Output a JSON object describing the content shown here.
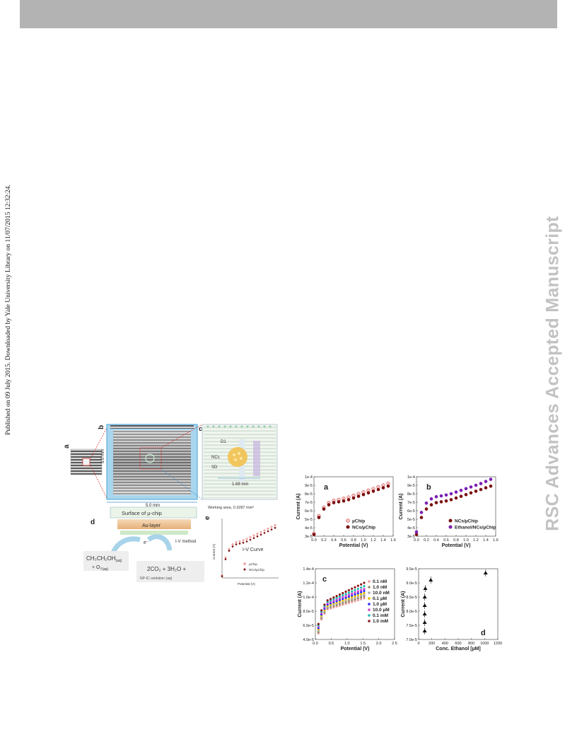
{
  "sidenote": "Published on 09 July 2015. Downloaded by Yale University Library on 11/07/2015 12:32:24.",
  "watermark": "RSC Advances Accepted Manuscript",
  "scheme": {
    "letters": [
      "a",
      "b",
      "c",
      "d",
      "e"
    ],
    "dims": {
      "height": "5.0 mm",
      "width": "5.0 mm",
      "pad": "1.68 mm"
    },
    "labels": {
      "d1": "D1",
      "ncs": "NCs",
      "sd": "SD",
      "working_area": "Working area, 0.3287 mm²"
    },
    "chip_surface": "Surface of µ-chip",
    "au_layer": "Au-layer",
    "ethanol": "CH₃CH₂OH",
    "ethanol_sub": "(aq)",
    "o2": "+ O₂",
    "o2_sub": "(aq)",
    "electron": "e⁻",
    "method": "I-V method",
    "products": "2CO₂ + 3H₂O +",
    "products_note": "NP-IC oxidation (aq)",
    "inset_title": "I-V Curve",
    "inset_legend": [
      "µChip",
      "NCs/µChip"
    ],
    "inset_xlabel": "Potential (V)",
    "inset_ylabel": "Current (A)"
  },
  "chart_data": [
    {
      "type": "scatter",
      "panel": "a",
      "xlabel": "Potential (V)",
      "ylabel": "Current (A)",
      "xlim": [
        0.0,
        1.6
      ],
      "ylim": [
        3e-05,
        0.0001
      ],
      "xticks": [
        "0.0",
        "0.2",
        "0.4",
        "0.6",
        "0.8",
        "1.0",
        "1.2",
        "1.4",
        "1.6"
      ],
      "yticks": [
        "3e-5",
        "4e-5",
        "5e-5",
        "6e-5",
        "7e-5",
        "8e-5",
        "9e-5",
        "1e-4"
      ],
      "legend_position": "bottom-right",
      "series": [
        {
          "name": "µChip",
          "color": "#e8a0a0",
          "marker": "open",
          "x": [
            0.0,
            0.1,
            0.2,
            0.3,
            0.4,
            0.5,
            0.6,
            0.7,
            0.8,
            0.9,
            1.0,
            1.1,
            1.2,
            1.3,
            1.4,
            1.5
          ],
          "y": [
            3.3e-05,
            5.4e-05,
            6.4e-05,
            6.95e-05,
            7.2e-05,
            7.3e-05,
            7.45e-05,
            7.6e-05,
            7.8e-05,
            8e-05,
            8.2e-05,
            8.4e-05,
            8.6e-05,
            8.8e-05,
            9e-05,
            9.2e-05
          ]
        },
        {
          "name": "NCs/µChip",
          "color": "#7a1010",
          "marker": "filled",
          "x": [
            0.0,
            0.1,
            0.2,
            0.3,
            0.4,
            0.5,
            0.6,
            0.7,
            0.8,
            0.9,
            1.0,
            1.1,
            1.2,
            1.3,
            1.4,
            1.5
          ],
          "y": [
            3.2e-05,
            5.2e-05,
            6.2e-05,
            6.7e-05,
            6.95e-05,
            7.05e-05,
            7.15e-05,
            7.3e-05,
            7.5e-05,
            7.7e-05,
            7.9e-05,
            8.1e-05,
            8.3e-05,
            8.5e-05,
            8.7e-05,
            8.9e-05
          ]
        }
      ]
    },
    {
      "type": "scatter",
      "panel": "b",
      "xlabel": "Potential (V)",
      "ylabel": "Current (A)",
      "xlim": [
        0.0,
        1.6
      ],
      "ylim": [
        3e-05,
        0.0001
      ],
      "xticks": [
        "0.0",
        "0.2",
        "0.4",
        "0.6",
        "0.8",
        "1.0",
        "1.2",
        "1.4",
        "1.6"
      ],
      "yticks": [
        "3e-5",
        "4e-5",
        "5e-5",
        "6e-5",
        "7e-5",
        "8e-5",
        "9e-5",
        "1e-4"
      ],
      "legend_position": "bottom-right",
      "series": [
        {
          "name": "NCs/µChip",
          "color": "#7a1010",
          "marker": "filled",
          "x": [
            0.0,
            0.1,
            0.2,
            0.3,
            0.4,
            0.5,
            0.6,
            0.7,
            0.8,
            0.9,
            1.0,
            1.1,
            1.2,
            1.3,
            1.4,
            1.5
          ],
          "y": [
            3.2e-05,
            5.2e-05,
            6.2e-05,
            6.7e-05,
            6.95e-05,
            7.05e-05,
            7.15e-05,
            7.3e-05,
            7.5e-05,
            7.7e-05,
            7.9e-05,
            8.1e-05,
            8.3e-05,
            8.5e-05,
            8.7e-05,
            8.9e-05
          ]
        },
        {
          "name": "Ethanol/NCs/µChip",
          "color": "#7a1fb0",
          "marker": "filled",
          "x": [
            0.0,
            0.1,
            0.2,
            0.3,
            0.4,
            0.5,
            0.6,
            0.7,
            0.8,
            0.9,
            1.0,
            1.1,
            1.2,
            1.3,
            1.4,
            1.5
          ],
          "y": [
            3.5e-05,
            5.8e-05,
            6.9e-05,
            7.4e-05,
            7.65e-05,
            7.75e-05,
            7.85e-05,
            8e-05,
            8.2e-05,
            8.4e-05,
            8.6e-05,
            8.8e-05,
            9e-05,
            9.2e-05,
            9.45e-05,
            9.7e-05
          ]
        }
      ]
    },
    {
      "type": "scatter",
      "panel": "c",
      "xlabel": "Potential (V)",
      "ylabel": "Current (A)",
      "xlim": [
        -0.1,
        2.5
      ],
      "ylim": [
        3.5e-05,
        0.00014
      ],
      "xticks": [
        "0.0",
        "0.5",
        "1.0",
        "1.5",
        "2.0",
        "2.5"
      ],
      "yticks": [
        "4.0e-5",
        "6.0e-5",
        "8.0e-5",
        "1.0e-4",
        "1.2e-4",
        "1.4e-4"
      ],
      "legend_position": "right",
      "x": [
        0.0,
        0.1,
        0.2,
        0.3,
        0.4,
        0.5,
        0.6,
        0.7,
        0.8,
        0.9,
        1.0,
        1.1,
        1.2,
        1.3,
        1.4,
        1.5
      ],
      "series": [
        {
          "name": "0.1 nM",
          "color": "#e89a9a",
          "base": 8e-05,
          "top": 9.6e-05
        },
        {
          "name": "1.0 nM",
          "color": "#9c8a6a",
          "base": 8.2e-05,
          "top": 9.9e-05
        },
        {
          "name": "10.0 nM",
          "color": "#aaaaaa",
          "base": 8.4e-05,
          "top": 0.000102
        },
        {
          "name": "0.1 µM",
          "color": "#e8c000",
          "base": 8.5e-05,
          "top": 0.000104
        },
        {
          "name": "1.0 µM",
          "color": "#2a2aff",
          "base": 8.7e-05,
          "top": 0.000107
        },
        {
          "name": "10.0 µM",
          "color": "#d040d0",
          "base": 8.9e-05,
          "top": 0.00011
        },
        {
          "name": "0.1 mM",
          "color": "#20b8b0",
          "base": 9.1e-05,
          "top": 0.000114
        },
        {
          "name": "1.0 mM",
          "color": "#8a1a1a",
          "base": 9.3e-05,
          "top": 0.000119
        }
      ]
    },
    {
      "type": "scatter",
      "panel": "d",
      "xlabel": "Conc. Ethanol [µM]",
      "ylabel": "Current (A)",
      "xlim": [
        -100,
        1200
      ],
      "ylim": [
        7e-05,
        9.5e-05
      ],
      "xticks": [
        "0",
        "200",
        "400",
        "600",
        "800",
        "1000",
        "1200"
      ],
      "yticks": [
        "7.0e-5",
        "7.5e-5",
        "8.0e-5",
        "8.5e-5",
        "9.0e-5",
        "9.5e-5"
      ],
      "points": {
        "x": [
          0.0001,
          0.001,
          0.01,
          0.1,
          1,
          10,
          100,
          1000
        ],
        "y": [
          7.3e-05,
          7.6e-05,
          7.9e-05,
          8.2e-05,
          8.5e-05,
          8.8e-05,
          9.1e-05,
          9.35e-05
        ]
      }
    }
  ]
}
